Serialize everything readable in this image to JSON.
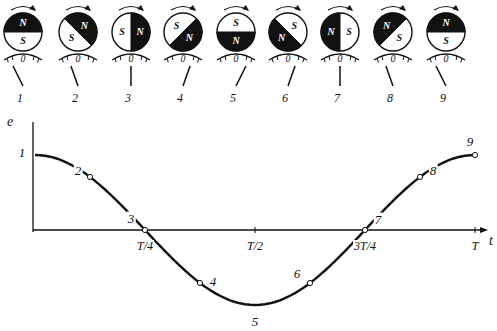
{
  "diagram": {
    "nodes": [
      {
        "text": [
          "N",
          "S"
        ]
      },
      {
        "text": [
          "S",
          "N"
        ]
      },
      {
        "text": [
          "S",
          "N"
        ]
      },
      {
        "text": [
          "S",
          "N"
        ]
      },
      {
        "text": [
          "S",
          "N"
        ]
      },
      {
        "text": [
          "N",
          "S"
        ]
      },
      {
        "text": [
          "N",
          "S"
        ]
      },
      {
        "text": [
          "N",
          "S"
        ]
      },
      {
        "text": [
          "N",
          "S"
        ]
      }
    ],
    "labels": [
      "0",
      "0",
      "0",
      "0",
      "0",
      "0",
      "0",
      "0",
      "0",
      "1",
      "2",
      "3",
      "4",
      "5",
      "6",
      "7",
      "8",
      "9",
      "e",
      "1",
      "2",
      "3",
      "4",
      "5",
      "6",
      "7",
      "8",
      "9",
      "T/4",
      "T/2",
      "3T/4",
      "T",
      "t"
    ]
  }
}
